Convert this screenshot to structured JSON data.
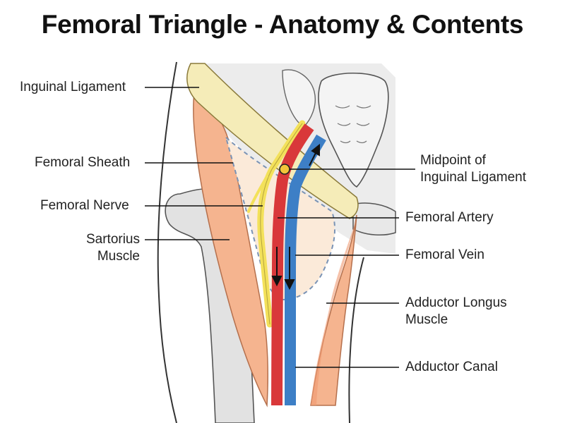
{
  "title": "Femoral Triangle - Anatomy & Contents",
  "labels": {
    "inguinal_ligament": "Inguinal Ligament",
    "femoral_sheath": "Femoral Sheath",
    "femoral_nerve": "Femoral Nerve",
    "sartorius_line1": "Sartorius",
    "sartorius_line2": "Muscle",
    "midpoint_line1": "Midpoint of",
    "midpoint_line2": "Inguinal Ligament",
    "femoral_artery": "Femoral Artery",
    "femoral_vein": "Femoral Vein",
    "adductor_longus_line1": "Adductor Longus",
    "adductor_longus_line2": "Muscle",
    "adductor_canal": "Adductor Canal"
  },
  "colors": {
    "artery": "#d9383a",
    "vein": "#3d7fc6",
    "nerve": "#f3e15a",
    "ligament": "#f5ecb8",
    "muscle": "#f5b48f",
    "bone": "#e6e6e6",
    "sheath_dash": "#7a93b5",
    "outline": "#333333"
  }
}
